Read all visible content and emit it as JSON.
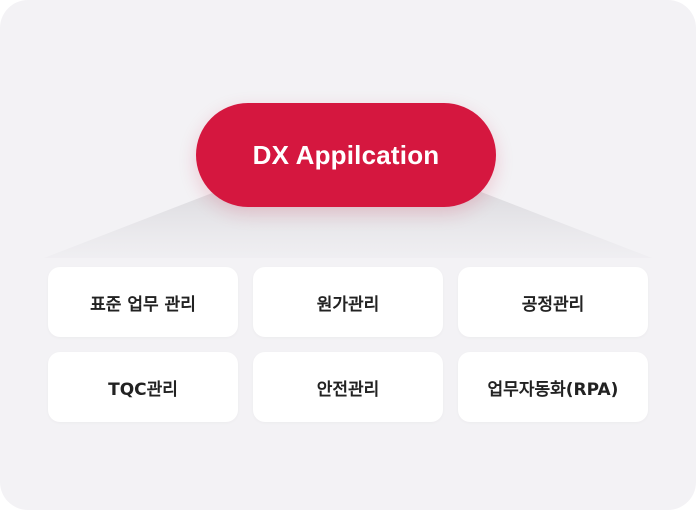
{
  "center": {
    "label": "DX Appilcation",
    "color": "#d5173f"
  },
  "modules": [
    {
      "label": "표준 업무 관리"
    },
    {
      "label": "원가관리"
    },
    {
      "label": "공정관리"
    },
    {
      "label": "TQC관리"
    },
    {
      "label": "안전관리"
    },
    {
      "label": "업무자동화(RPA)"
    }
  ]
}
